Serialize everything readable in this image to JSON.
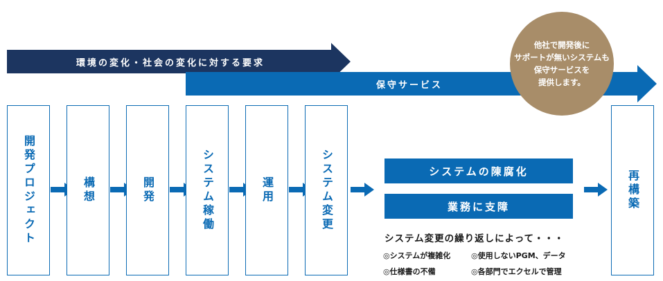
{
  "banners": {
    "demand": "環境の変化・社会の変化に対する要求",
    "maintenance": "保守サービス"
  },
  "circle_lines": [
    "他社で開発後に",
    "サポートが無いシステムも",
    "保守サービスを",
    "提供します。"
  ],
  "steps": [
    "開発プロジェクト",
    "構想",
    "開発",
    "システム稼働",
    "運用",
    "システム変更"
  ],
  "panels": [
    "システムの陳腐化",
    "業務に支障"
  ],
  "caption": "システム変更の繰り返しによって・・・",
  "notes": [
    "◎システムが複雑化",
    "◎使用しないPGM、データ",
    "◎仕様書の不備",
    "◎各部門でエクセルで管理"
  ],
  "final_step": "再構築",
  "colors": {
    "navy": "#1c3560",
    "blue": "#0a6ab4",
    "circle": "#a88d69"
  }
}
